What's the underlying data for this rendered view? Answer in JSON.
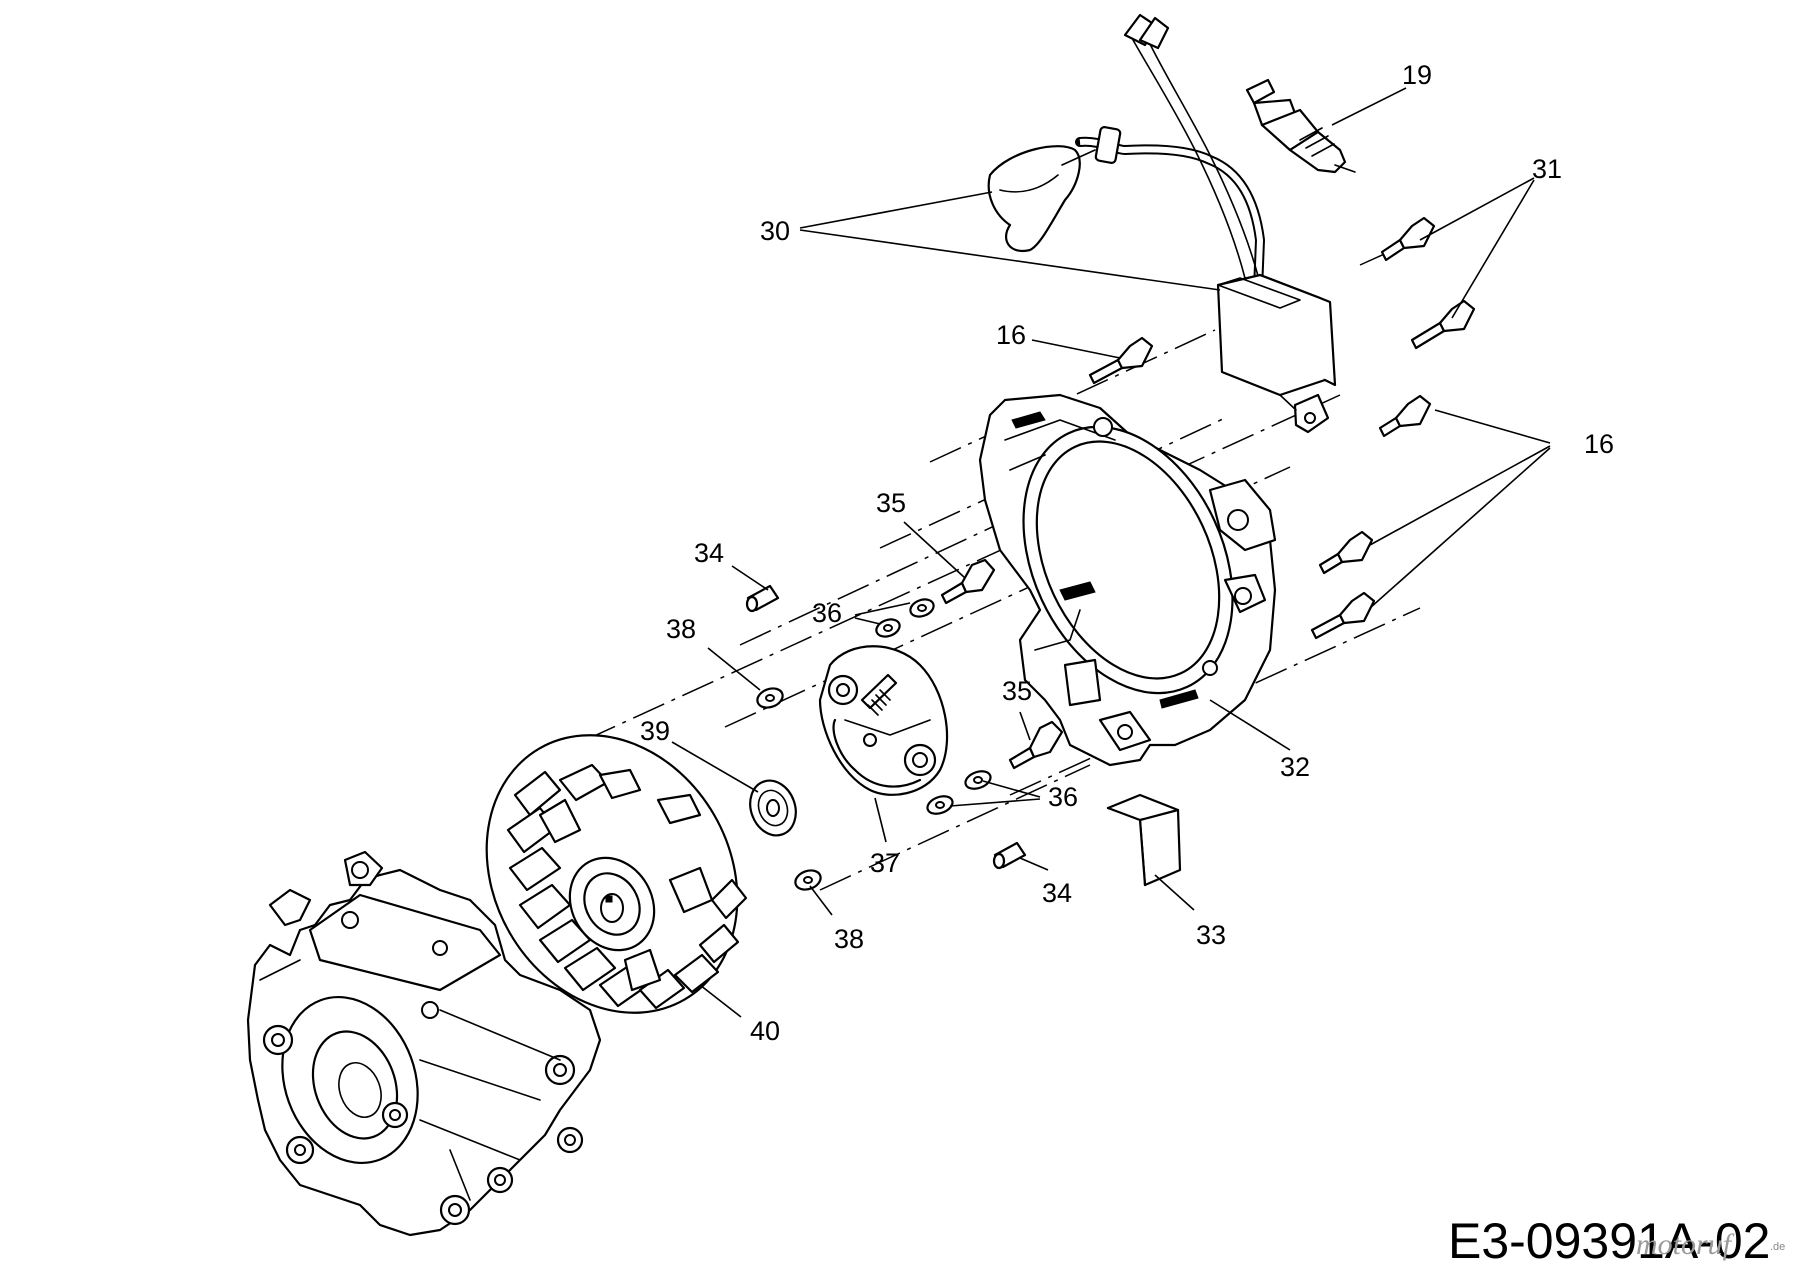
{
  "drawing_code": "E3-09391A-02",
  "watermark": {
    "name": "motoruf",
    "tld": ".de",
    "color": "#9a9a9a"
  },
  "callouts": {
    "c19": "19",
    "c30": "30",
    "c31": "31",
    "c16a": "16",
    "c16b": "16",
    "c35a": "35",
    "c34a": "34",
    "c36a": "36",
    "c38a": "38",
    "c39": "39",
    "c35b": "35",
    "c32": "32",
    "c36b": "36",
    "c37": "37",
    "c34b": "34",
    "c38b": "38",
    "c33": "33",
    "c40": "40"
  }
}
